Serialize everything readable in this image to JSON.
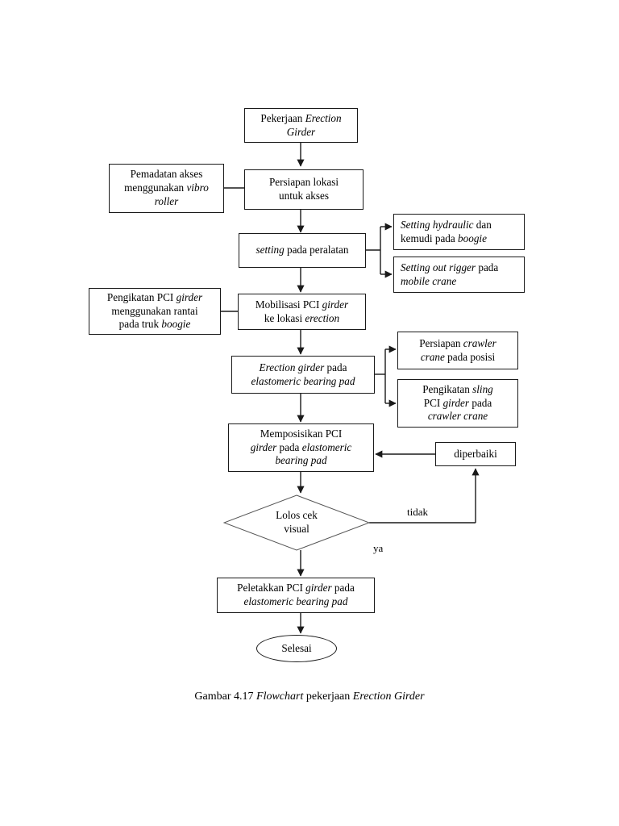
{
  "figure": {
    "caption_prefix": "Gambar 4.17 ",
    "caption_em1": "Flowchart",
    "caption_mid": " pekerjaan ",
    "caption_em2": "Erection Girder",
    "line_color": "#1a1a1a"
  },
  "nodes": {
    "start": {
      "line1_plain": "Pekerjaan ",
      "line1_em": "Erection",
      "line2_em": "Girder"
    },
    "persiapan_lokasi": {
      "line1": "Persiapan lokasi",
      "line2": "untuk akses"
    },
    "pemadatan": {
      "line1": "Pemadatan akses",
      "line2_plain": "menggunakan ",
      "line2_em": "vibro",
      "line3_em": "roller"
    },
    "setting_peralatan": {
      "em": "setting",
      "plain": " pada peralatan"
    },
    "setting_hydraulic": {
      "em1": "Setting hydraulic",
      "plain1": " dan kemudi pada ",
      "em2": "boogie"
    },
    "setting_outrigger": {
      "em1": "Setting out rigger",
      "plain1": " pada ",
      "plain2": "mobile crane"
    },
    "pengikatan_pci": {
      "plain1": "Pengikatan PCI ",
      "em1": "girder",
      "plain2": "menggunakan rantai",
      "plain3": "pada truk ",
      "em2": "boogie"
    },
    "mobilisasi": {
      "plain1": "Mobilisasi PCI ",
      "em1": "girder",
      "plain2": "ke lokasi ",
      "em2": "erection"
    },
    "erection_girder": {
      "em1": "Erection girder",
      "plain1": " pada",
      "em2": "elastomeric bearing pad"
    },
    "persiapan_crawler": {
      "plain1": "Persiapan ",
      "em1": "crawler",
      "em2": "crane",
      "plain2": " pada posisi"
    },
    "pengikatan_sling": {
      "plain1": "Pengikatan ",
      "em1": "sling",
      "plain2": "PCI ",
      "em2": "girder",
      "plain3": "  pada",
      "em3": "crawler crane"
    },
    "memposisikan": {
      "plain1": "Memposisikan PCI",
      "em1": "girder",
      "plain2": " pada ",
      "em2": "elastomeric",
      "em3": "bearing pad"
    },
    "diperbaiki": {
      "label": "diperbaiki"
    },
    "lolos_cek": {
      "line1": "Lolos cek",
      "line2": "visual"
    },
    "peletakkan": {
      "plain1": "Peletakkan PCI ",
      "em1": "girder",
      "plain2": " pada",
      "em2": "elastomeric bearing pad"
    },
    "selesai": {
      "label": "Selesai"
    }
  },
  "edge_labels": {
    "tidak": "tidak",
    "ya": "ya"
  }
}
